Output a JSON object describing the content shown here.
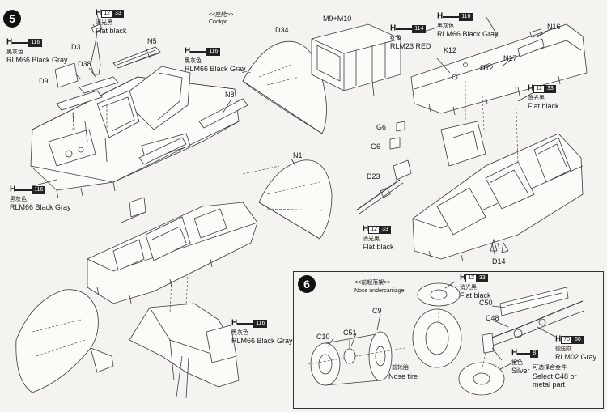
{
  "step5": {
    "number": "5",
    "cockpit_cn": "<<座舱>>",
    "cockpit_en": "Cockpit",
    "parts": {
      "D3": "D3",
      "D9": "D9",
      "D38": "D38",
      "N5": "N5",
      "N8": "N8",
      "D34": "D34",
      "M9M10": "M9+M10",
      "N16": "N16",
      "N17": "N17",
      "K12": "K12",
      "D12": "D12",
      "G6a": "G6",
      "G6b": "G6",
      "D23": "D23",
      "D14": "D14",
      "N1": "N1"
    },
    "colors": {
      "c1": {
        "h": "H",
        "swatch": "12",
        "code": "33",
        "cn": "消光黑",
        "en": "Flat black"
      },
      "c2": {
        "h": "H",
        "swatch": "",
        "code": "116",
        "cn": "黑灰色",
        "en": "RLM66 Black Gray"
      },
      "c3": {
        "h": "H",
        "swatch": "",
        "code": "116",
        "cn": "黑灰色",
        "en": "RLM66 Black Gray"
      },
      "c4": {
        "h": "H",
        "swatch": "",
        "code": "116",
        "cn": "黑灰色",
        "en": "RLM66 Black Gray"
      },
      "c5": {
        "h": "H",
        "swatch": "",
        "code": "114",
        "cn": "红色",
        "en": "RLM23 RED"
      },
      "c6": {
        "h": "H",
        "swatch": "",
        "code": "116",
        "cn": "黑灰色",
        "en": "RLM66 Black Gray"
      },
      "c7": {
        "h": "H",
        "swatch": "12",
        "code": "33",
        "cn": "消光黑",
        "en": "Flat black"
      },
      "c8": {
        "h": "H",
        "swatch": "12",
        "code": "33",
        "cn": "消光黑",
        "en": "Flat black"
      },
      "c9": {
        "h": "H",
        "swatch": "",
        "code": "116",
        "cn": "黑灰色",
        "en": "RLM66 Black Gray"
      }
    }
  },
  "step6": {
    "number": "6",
    "nose_uc_cn": "<<前起落架>>",
    "nose_uc_en": "Nose undercarriage",
    "nose_tire_cn": "前轮胎",
    "nose_tire_en": "Nose tire",
    "select_cn": "可选择合金件",
    "select_en1": "Select C48 or",
    "select_en2": "metal part",
    "parts": {
      "C10": "C10",
      "C51": "C51",
      "C9": "C9",
      "C50": "C50",
      "C48": "C48"
    },
    "colors": {
      "c1": {
        "h": "H",
        "swatch": "12",
        "code": "33",
        "cn": "消光黑",
        "en": "Flat black"
      },
      "c2": {
        "h": "H",
        "swatch": "",
        "code": "8",
        "cn": "银色",
        "en": "Silver"
      },
      "c3": {
        "h": "H",
        "swatch": "70",
        "code": "60",
        "cn": "德国灰",
        "en": "RLM02 Gray"
      }
    }
  }
}
